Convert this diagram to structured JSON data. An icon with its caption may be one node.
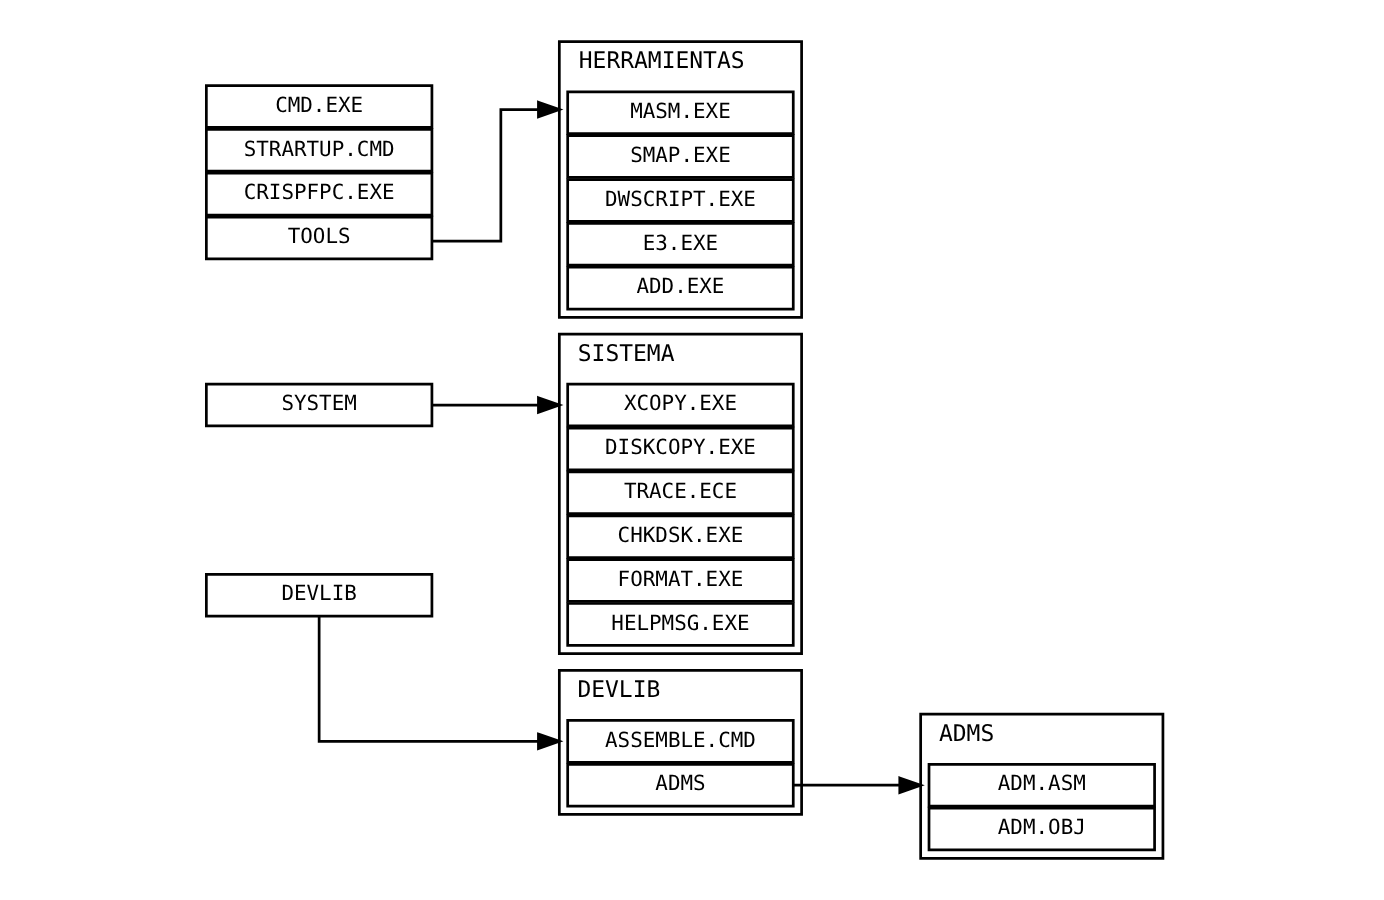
{
  "diagram": {
    "nodes": [
      {
        "text": [
          "CMD.EXE"
        ]
      },
      {
        "text": [
          "STRARTUP.CMD"
        ]
      },
      {
        "text": [
          "CRISPFPC.EXE"
        ]
      },
      {
        "text": [
          "TOOLS"
        ]
      },
      {
        "text": [
          "SYSTEM"
        ]
      },
      {
        "text": [
          "DEVLIB"
        ]
      },
      {
        "text": [
          "DEVLIB"
        ]
      },
      {
        "text": [
          "ASSEMBLE.CMD"
        ],
        "in": 6
      },
      {
        "text": [
          "ADMS"
        ],
        "in": 6
      },
      {
        "text": [
          "SISTEMA"
        ]
      },
      {
        "text": [
          "XCOPY.EXE"
        ],
        "in": 9
      },
      {
        "text": [
          "DISKCOPY.EXE"
        ],
        "in": 9
      },
      {
        "text": [
          "TRACE.ECE"
        ],
        "in": 9
      },
      {
        "text": [
          "CHKDSK.EXE"
        ],
        "in": 9
      },
      {
        "text": [
          "FORMAT.EXE"
        ],
        "in": 9
      },
      {
        "text": [
          "HELPMSG.EXE"
        ],
        "in": 9
      },
      {
        "text": [
          "HERRAMIENTAS"
        ]
      },
      {
        "text": [
          "MASM.EXE"
        ],
        "in": 16
      },
      {
        "text": [
          "SMAP.EXE"
        ],
        "in": 16
      },
      {
        "text": [
          "DWSCRIPT.EXE"
        ],
        "in": 16
      },
      {
        "text": [
          "E3.EXE"
        ],
        "in": 16
      },
      {
        "text": [
          "ADD.EXE"
        ],
        "in": 16
      },
      {
        "text": [
          "ADMS"
        ]
      },
      {
        "text": [
          "ADM.ASM"
        ],
        "in": 22
      },
      {
        "text": [
          "ADM.OBJ"
        ],
        "in": 22
      }
    ],
    "edges": [
      {
        "from": 3,
        "to": 16,
        "arrow": "to"
      },
      {
        "from": 4,
        "to": 9,
        "arrow": "to"
      },
      {
        "from": 5,
        "to": 6,
        "arrow": "to"
      },
      {
        "from": 8,
        "to": 22,
        "arrow": "to"
      }
    ]
  }
}
